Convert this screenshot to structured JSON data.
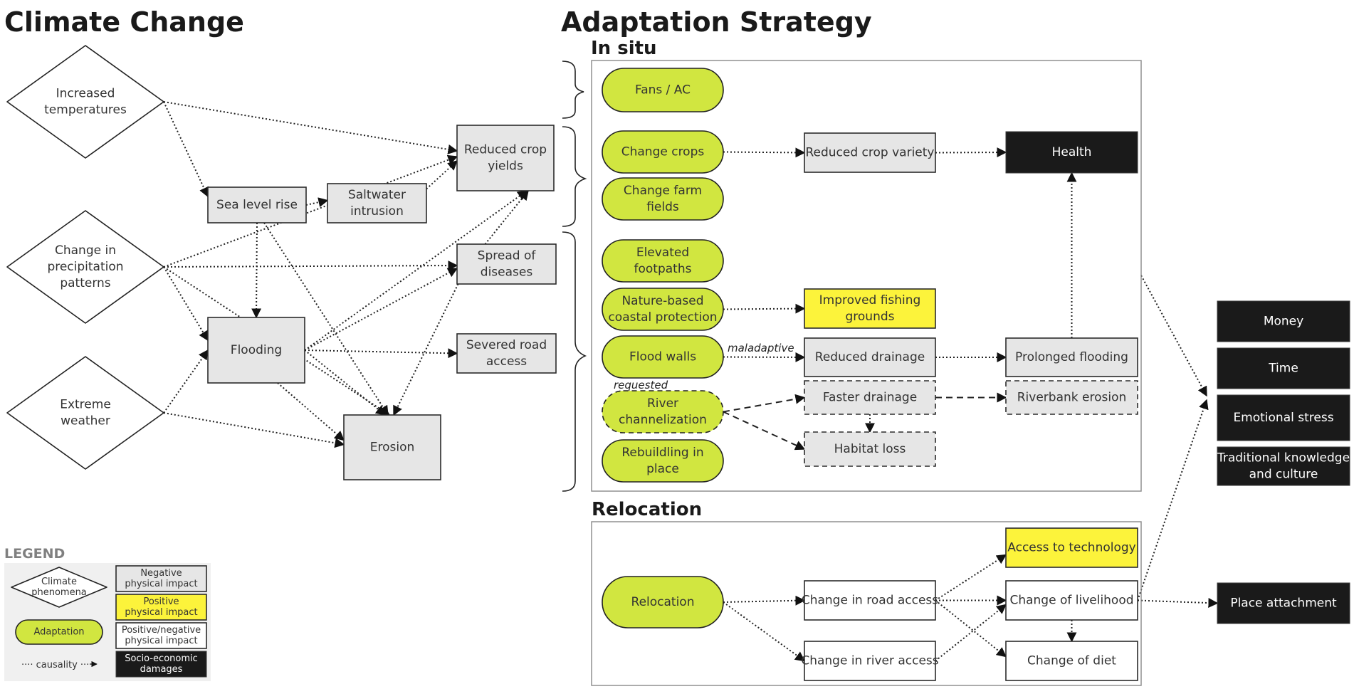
{
  "titles": {
    "climate_change": "Climate Change",
    "adaptation_strategy": "Adaptation Strategy",
    "in_situ": "In situ",
    "relocation": "Relocation"
  },
  "colors": {
    "negative_impact": "#e6e6e6",
    "positive_impact": "#fcf33b",
    "mixed_impact": "#ffffff",
    "socio_economic": "#1a1a1a",
    "adaptation": "#d1e640"
  },
  "climate": {
    "increased_temperatures": [
      "Increased",
      "temperatures"
    ],
    "change_in_precipitation": [
      "Change in",
      "precipitation",
      "patterns"
    ],
    "extreme_weather": [
      "Extreme",
      "weather"
    ]
  },
  "impacts": {
    "sea_level_rise": [
      "Sea level rise"
    ],
    "saltwater_intrusion": [
      "Saltwater",
      "intrusion"
    ],
    "reduced_crop_yields": [
      "Reduced crop",
      "yields"
    ],
    "spread_of_diseases": [
      "Spread of",
      "diseases"
    ],
    "flooding": [
      "Flooding"
    ],
    "severed_road_access": [
      "Severed road",
      "access"
    ],
    "erosion": [
      "Erosion"
    ]
  },
  "in_situ": {
    "fans_ac": [
      "Fans / AC"
    ],
    "change_crops": [
      "Change crops"
    ],
    "change_farm_fields": [
      "Change farm",
      "fields"
    ],
    "elevated_footpaths": [
      "Elevated",
      "footpaths"
    ],
    "nature_based": [
      "Nature-based",
      "coastal protection"
    ],
    "flood_walls": [
      "Flood walls"
    ],
    "river_channelization": [
      "River",
      "channelization"
    ],
    "rebuilding": [
      "Rebuildling in",
      "place"
    ],
    "reduced_crop_variety": [
      "Reduced crop variety"
    ],
    "health": [
      "Health"
    ],
    "improved_fishing": [
      "Improved fishing",
      "grounds"
    ],
    "reduced_drainage": [
      "Reduced drainage"
    ],
    "prolonged_flooding": [
      "Prolonged flooding"
    ],
    "faster_drainage": [
      "Faster drainage"
    ],
    "riverbank_erosion": [
      "Riverbank erosion"
    ],
    "habitat_loss": [
      "Habitat loss"
    ],
    "maladaptive_label": "maladaptive",
    "requested_label": "requested"
  },
  "relocation": {
    "relocation": [
      "Relocation"
    ],
    "road_access": [
      "Change in road access"
    ],
    "river_access": [
      "Change in river access"
    ],
    "access_technology": [
      "Access to technology"
    ],
    "livelihood": [
      "Change of livelihood"
    ],
    "diet": [
      "Change of diet"
    ]
  },
  "socio_economic": {
    "money": [
      "Money"
    ],
    "time": [
      "Time"
    ],
    "emotional_stress": [
      "Emotional stress"
    ],
    "traditional_knowledge": [
      "Traditional knowledge",
      "and culture"
    ],
    "place_attachment": [
      "Place attachment"
    ]
  },
  "legend": {
    "title": "LEGEND",
    "climate_phenomena": [
      "Climate",
      "phenomena"
    ],
    "adaptation": [
      "Adaptation"
    ],
    "causality": "···· causality ···",
    "negative": [
      "Negative",
      "physical impact"
    ],
    "positive": [
      "Positive",
      "physical impact"
    ],
    "mixed": [
      "Positive/negative",
      "physical impact"
    ],
    "socio": [
      "Socio-economic",
      "damages"
    ]
  }
}
